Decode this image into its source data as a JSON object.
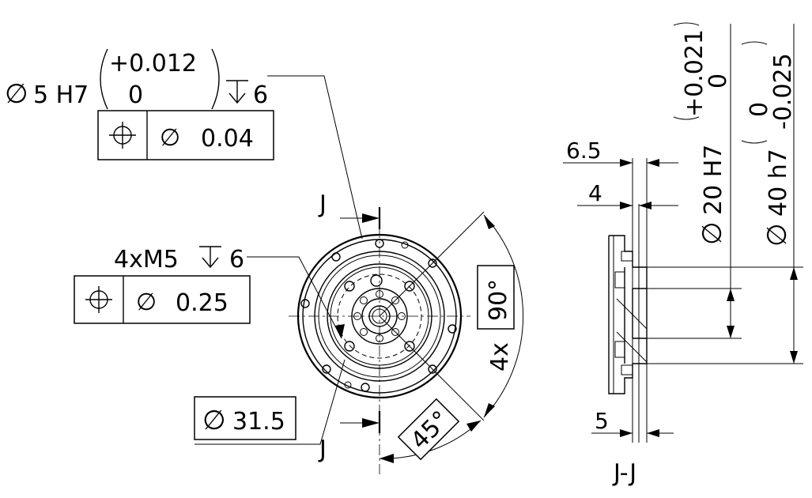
{
  "hole_callout": {
    "diameter_symbol": "∅",
    "size": "5 H7",
    "tol_upper": "+0.012",
    "tol_lower": "0",
    "depth_value": "6",
    "position_tolerance": "0.04"
  },
  "thread_callout": {
    "label": "4xM5",
    "depth_value": "6",
    "position_tolerance": "0.25"
  },
  "pitch_diameter": {
    "value": "31.5"
  },
  "section_marks": {
    "top": "J",
    "bottom": "J",
    "view_label": "J-J"
  },
  "angles": {
    "repeat": "4x",
    "large": "90°",
    "small": "45°"
  },
  "section_view": {
    "dim_65": "6.5",
    "dim_4": "4",
    "dim_5": "5",
    "bore_size": "20 H7",
    "bore_tol_upper": "+0.021",
    "bore_tol_lower": "0",
    "shaft_size": "40 h7",
    "shaft_tol_upper": "0",
    "shaft_tol_lower": "-0.025"
  }
}
